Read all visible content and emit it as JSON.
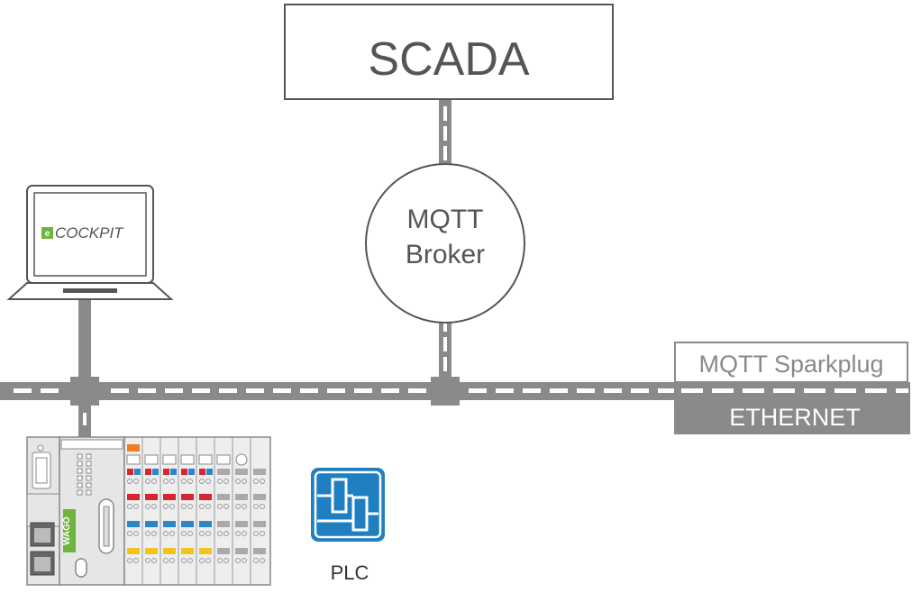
{
  "scada": {
    "label": "SCADA"
  },
  "broker": {
    "line1": "MQTT",
    "line2": "Broker"
  },
  "laptop": {
    "screen_text": "COCKPIT",
    "logo_icon": "e-cockpit-logo-icon"
  },
  "network": {
    "protocol_label": "MQTT Sparkplug",
    "bus_label": "ETHERNET"
  },
  "controller": {
    "brand": "WAGO"
  },
  "plc": {
    "label": "PLC",
    "icon": "plc-ladder-icon"
  },
  "colors": {
    "connector": "#8a8a8a",
    "dash": "#ffffff",
    "box_border": "#555555",
    "ethernet_bg": "#8a8a8a",
    "cockpit_green": "#6fb43f",
    "plc_blue": "#1f7fc1",
    "module_red": "#d7262e",
    "module_blue": "#2e86c9",
    "module_yellow": "#f2c318",
    "module_orange": "#f07c23",
    "wago_green": "#6fb43f"
  }
}
